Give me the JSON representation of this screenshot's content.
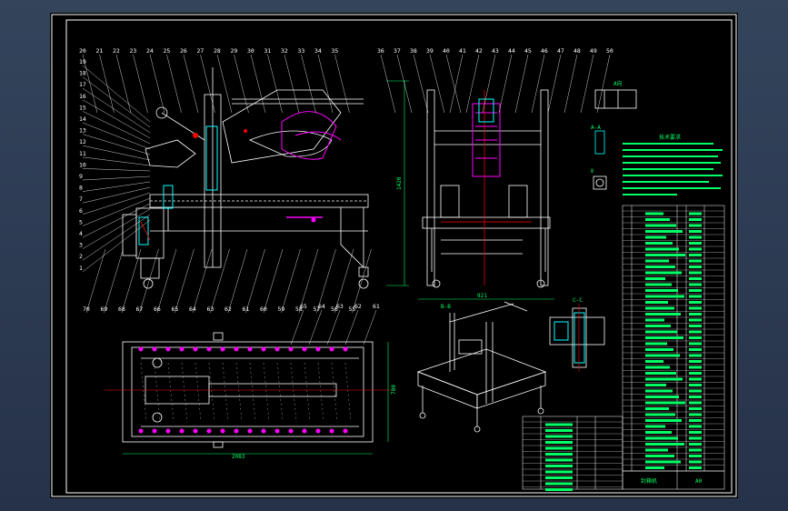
{
  "balloons": {
    "top_left": [
      "20",
      "21",
      "22",
      "23",
      "24",
      "25",
      "26",
      "27",
      "28",
      "29",
      "30",
      "31",
      "32",
      "33",
      "34",
      "35"
    ],
    "top_right": [
      "36",
      "37",
      "38",
      "39",
      "40",
      "41",
      "42",
      "43",
      "44",
      "45",
      "46",
      "47",
      "48",
      "49",
      "50"
    ],
    "left_side": [
      "19",
      "18",
      "17",
      "16",
      "15",
      "14",
      "13",
      "12",
      "11",
      "10",
      "9",
      "8",
      "7",
      "6",
      "5",
      "4",
      "3",
      "2",
      "1"
    ],
    "bottom_left": [
      "70",
      "69",
      "68",
      "67",
      "66",
      "65",
      "64",
      "63",
      "62",
      "61",
      "60",
      "59",
      "58",
      "57",
      "56",
      "55"
    ],
    "plan_top": [
      "65",
      "64",
      "63",
      "62",
      "61"
    ]
  },
  "dimensions": {
    "front_height": "1420",
    "side_width": "921",
    "plan_length": "2083",
    "plan_width": "780"
  },
  "view_labels": {
    "detail_b": "B-B",
    "detail_a": "A-A",
    "section_c": "C-C",
    "detail_small": "Ⅱ",
    "top_right_view": "A向"
  },
  "tech_title": "技术要求",
  "title_block": {
    "name": "封箱机",
    "sheet": "A0"
  },
  "colors": {
    "background": "#000000",
    "line": "#ffffff",
    "dimension": "#00ff66",
    "part_magenta": "#ff00ff",
    "part_cyan": "#00ffff",
    "center_red": "#ff0000",
    "window_frame": "#2c3a4e"
  }
}
